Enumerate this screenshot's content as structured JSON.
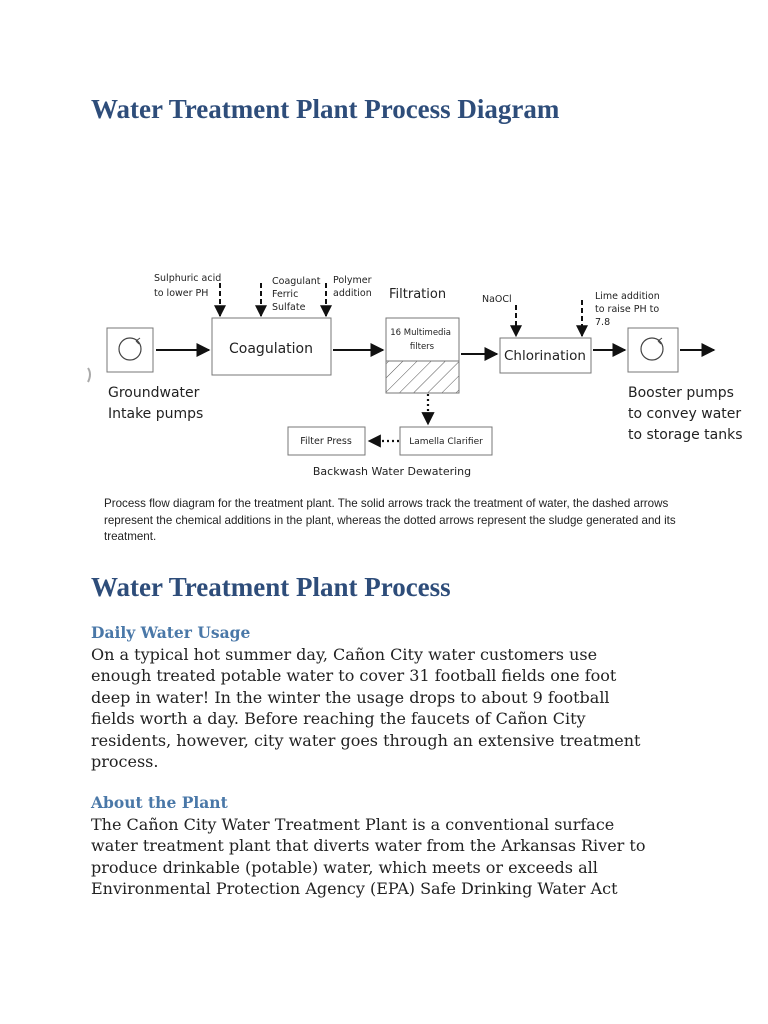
{
  "heading_diagram": "Water Treatment Plant Process Diagram",
  "diagram": {
    "chem_sulphuric": [
      "Sulphuric acid",
      "to lower PH"
    ],
    "chem_coagulant": [
      "Coagulant",
      "Ferric",
      "Sulfate"
    ],
    "chem_polymer": [
      "Polymer",
      "addition"
    ],
    "filtration_label": "Filtration",
    "filters_label": [
      "16 Multimedia",
      "filters"
    ],
    "naocl": "NaOCl",
    "lime": [
      "Lime addition",
      "to raise PH to",
      "7.8"
    ],
    "coagulation": "Coagulation",
    "chlorination": "Chlorination",
    "groundwater": [
      "Groundwater",
      "Intake pumps"
    ],
    "booster": [
      "Booster pumps",
      "to convey water",
      "to storage tanks"
    ],
    "filter_press": "Filter Press",
    "lamella": "Lamella Clarifier",
    "backwash": "Backwash Water Dewatering"
  },
  "caption": [
    "Process flow diagram for the treatment plant. The solid arrows track the treatment of water, the dashed arrows",
    "represent the chemical additions in the plant, whereas the dotted arrows represent the sludge generated and its",
    "treatment."
  ],
  "heading_process": "Water Treatment Plant Process",
  "sections": [
    {
      "heading": "Daily Water Usage",
      "lines": [
        "On a typical hot summer day, Cañon City water customers use",
        "enough treated potable water to cover 31 football fields one foot",
        "deep in water! In the winter the usage drops to about 9 football",
        "fields worth a day. Before reaching the faucets of Cañon City",
        "residents, however, city water goes through an extensive treatment",
        "process."
      ]
    },
    {
      "heading": "About the Plant",
      "lines": [
        "The Cañon City Water Treatment Plant is a conventional surface",
        "water treatment plant that diverts water from the Arkansas River to",
        "produce drinkable (potable) water, which meets or exceeds all",
        "Environmental Protection Agency (EPA) Safe Drinking Water Act"
      ]
    }
  ]
}
